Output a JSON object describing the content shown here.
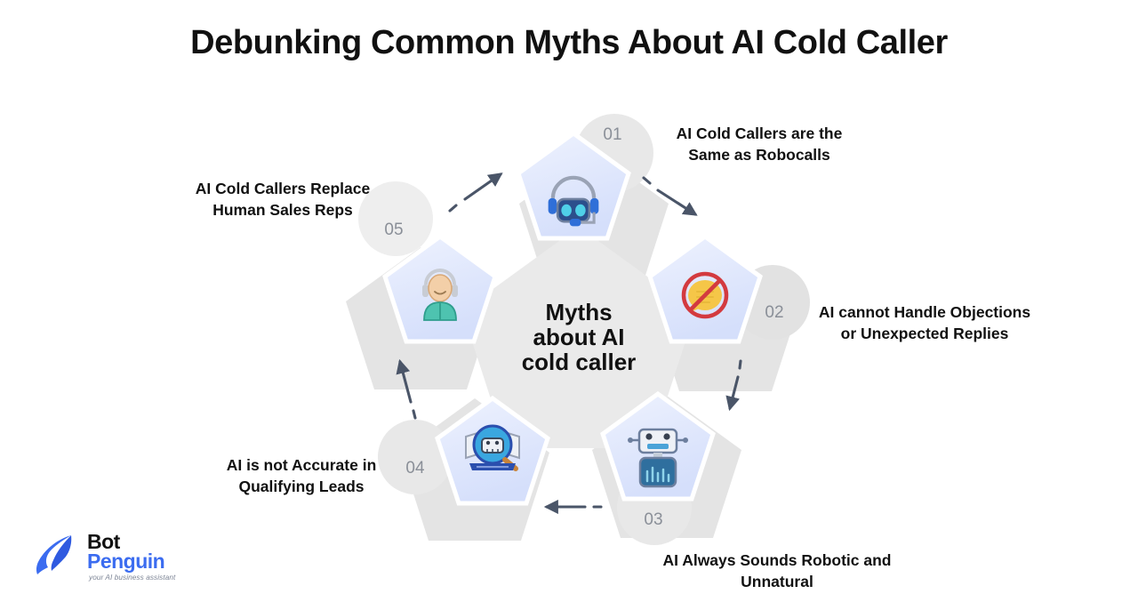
{
  "page": {
    "title": "Debunking Common Myths About AI Cold Caller",
    "background_color": "#ffffff"
  },
  "diagram": {
    "type": "pentagon-cycle",
    "center_label": "Myths\nabout AI\ncold caller",
    "center_lines": [
      "Myths",
      "about AI",
      "cold caller"
    ],
    "colors": {
      "pentagon_fill": "#dbe4fb",
      "pentagon_fill_light": "#eef2fe",
      "backdrop_gray": "#e3e3e3",
      "center_gray": "#eaeaea",
      "badge_gray": "#e8e8e8",
      "number_text": "#8a8f98",
      "arrow": "#4a5568",
      "text": "#111111"
    },
    "nodes": [
      {
        "number": "01",
        "label": "AI Cold Callers are the Same as Robocalls",
        "label_lines": [
          "AI Cold Callers are the",
          "Same as Robocalls"
        ],
        "icon": "robot-headset-icon"
      },
      {
        "number": "02",
        "label": "AI cannot Handle Objections or Unexpected Replies",
        "label_lines": [
          "AI cannot Handle Objections",
          "or Unexpected Replies"
        ],
        "icon": "no-speech-bubble-icon"
      },
      {
        "number": "03",
        "label": "AI Always Sounds Robotic and Unnatural",
        "label_lines": [
          "AI Always Sounds Robotic and",
          "Unnatural"
        ],
        "icon": "robot-icon"
      },
      {
        "number": "04",
        "label": "AI is not Accurate in Qualifying Leads",
        "label_lines": [
          "AI is not Accurate in",
          "Qualifying Leads"
        ],
        "icon": "robot-magnifier-icon"
      },
      {
        "number": "05",
        "label": "AI Cold Callers Replace Human Sales Reps",
        "label_lines": [
          "AI Cold Callers Replace",
          "Human Sales Reps"
        ],
        "icon": "agent-headset-icon"
      }
    ]
  },
  "logo": {
    "name_part1": "Bot",
    "name_part2": "Penguin",
    "tagline": "your AI business assistant",
    "accent_color": "#3b6cf0"
  }
}
